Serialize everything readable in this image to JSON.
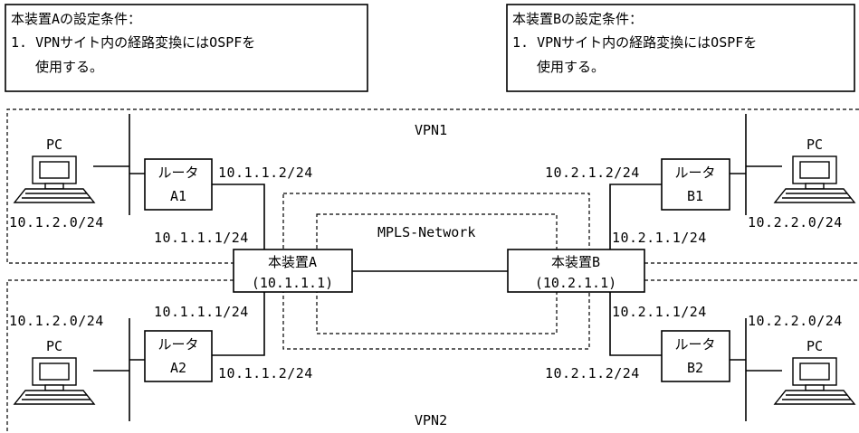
{
  "noteA": {
    "line1": "本装置Aの設定条件：",
    "line2": "1. VPNサイト内の経路変換にはOSPFを",
    "line3": "使用する。"
  },
  "noteB": {
    "line1": "本装置Bの設定条件：",
    "line2": "1. VPNサイト内の経路変換にはOSPFを",
    "line3": "使用する。"
  },
  "vpn1_label": "VPN1",
  "vpn2_label": "VPN2",
  "mpls_label": "MPLS-Network",
  "deviceA": {
    "name": "本装置A",
    "ip": "(10.1.1.1)"
  },
  "deviceB": {
    "name": "本装置B",
    "ip": "(10.2.1.1)"
  },
  "routers": {
    "a1": {
      "line1": "ルータ",
      "line2": "A1"
    },
    "a2": {
      "line1": "ルータ",
      "line2": "A2"
    },
    "b1": {
      "line1": "ルータ",
      "line2": "B1"
    },
    "b2": {
      "line1": "ルータ",
      "line2": "B2"
    }
  },
  "pc_label": "PC",
  "ips": {
    "a1_right": "10.1.1.2/24",
    "a1_lan": "10.1.2.0/24",
    "a1_down": "10.1.1.1/24",
    "a2_up": "10.1.1.1/24",
    "a2_lan": "10.1.2.0/24",
    "a2_right": "10.1.1.2/24",
    "b1_left": "10.2.1.2/24",
    "b1_lan": "10.2.2.0/24",
    "b1_down": "10.2.1.1/24",
    "b2_up": "10.2.1.1/24",
    "b2_lan": "10.2.2.0/24",
    "b2_left": "10.2.1.2/24"
  }
}
